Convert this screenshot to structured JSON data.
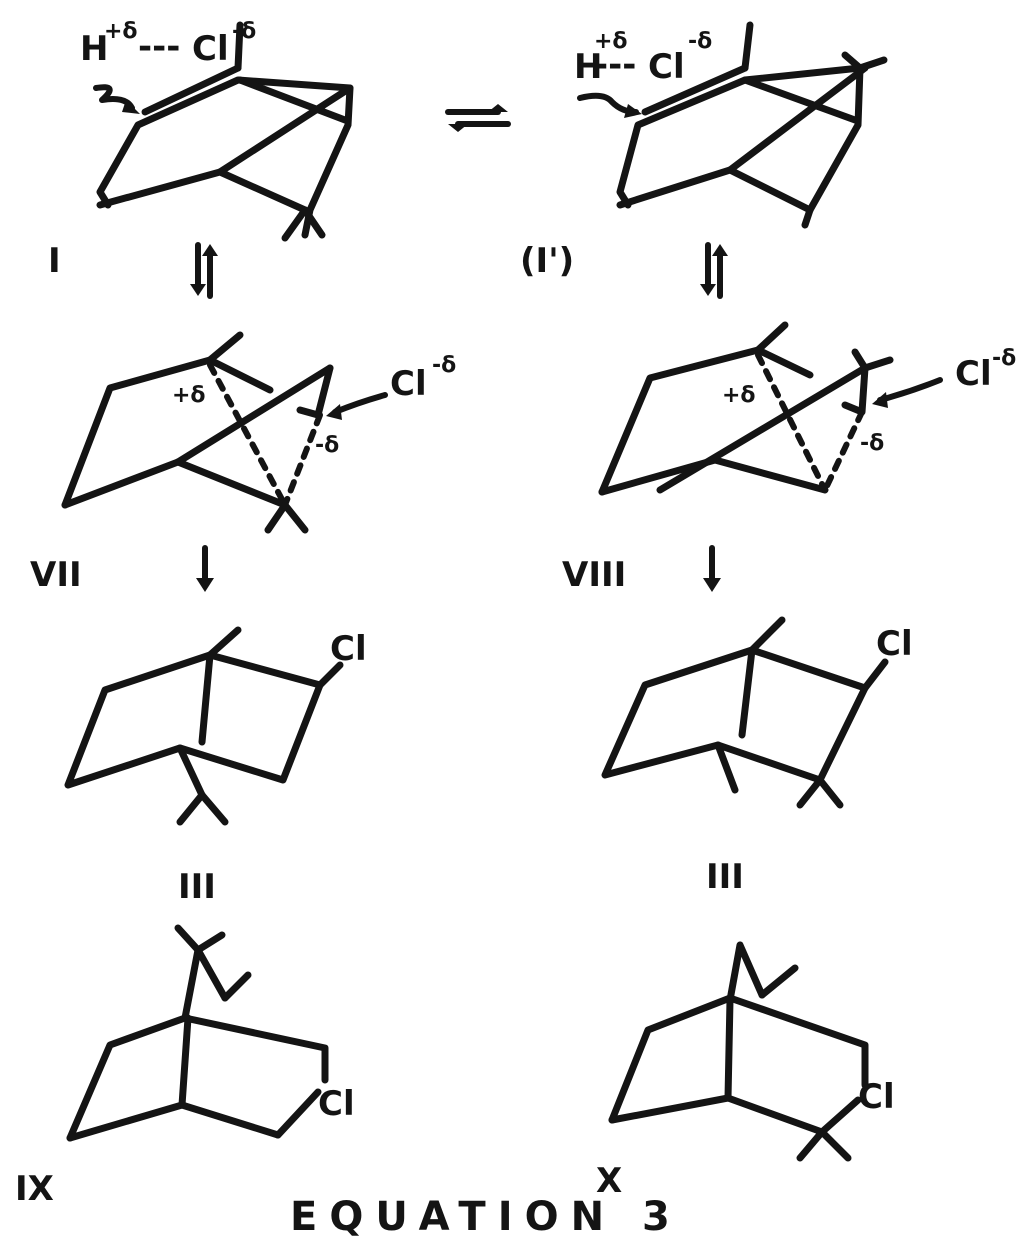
{
  "title": "EQUATION 3",
  "compounds": {
    "I": {
      "label": "I"
    },
    "I_prime": {
      "label": "(I')"
    },
    "VII": {
      "label": "VII"
    },
    "VIII": {
      "label": "VIII"
    },
    "III_a": {
      "label": "III"
    },
    "III_b": {
      "label": "III"
    },
    "IX": {
      "label": "IX"
    },
    "X": {
      "label": "X"
    }
  },
  "atoms": {
    "hydrogen": "H",
    "chlorine": "Cl",
    "partial_positive": "+δ",
    "partial_negative": "-δ",
    "hcl_bond": "---"
  },
  "colors": {
    "ink": "#141414",
    "background": "#ffffff"
  }
}
